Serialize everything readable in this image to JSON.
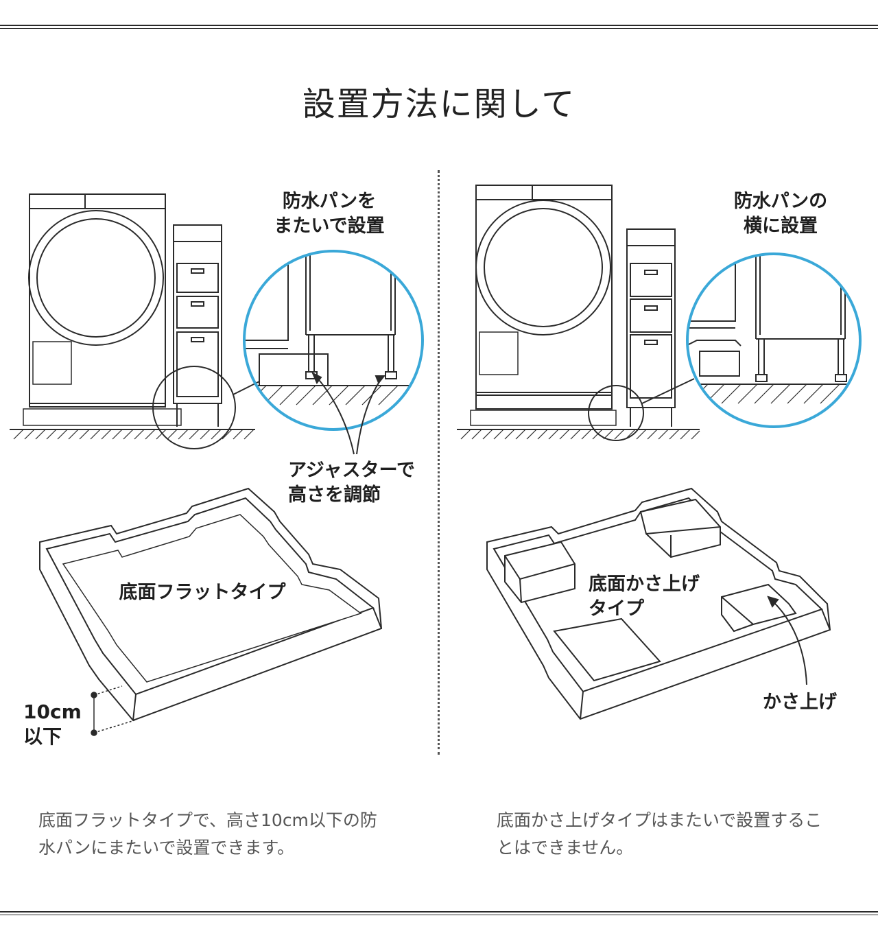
{
  "title": "設置方法に関して",
  "left": {
    "callout": [
      "防水パンを",
      "またいで設置"
    ],
    "adjuster": [
      "アジャスターで",
      "高さを調節"
    ],
    "tray_label": "底面フラットタイプ",
    "height_note": [
      "10cm",
      "以下"
    ],
    "caption": [
      "底面フラットタイプで、高さ10cm以下の防",
      "水パンにまたいで設置できます。"
    ]
  },
  "right": {
    "callout": [
      "防水パンの",
      "横に設置"
    ],
    "tray_label": [
      "底面かさ上げ",
      "タイプ"
    ],
    "raised_note": "かさ上げ",
    "caption": [
      "底面かさ上げタイプはまたいで設置するこ",
      "とはできません。"
    ]
  },
  "colors": {
    "accent_circle": "#3aa8d8",
    "line": "#2a2a2a",
    "caption": "#555555"
  }
}
